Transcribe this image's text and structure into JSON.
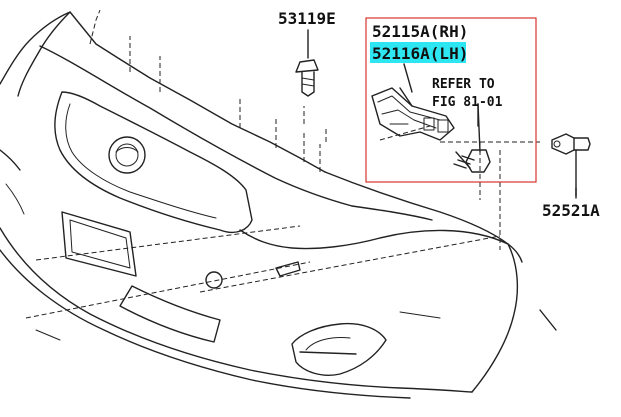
{
  "callouts": {
    "screw": "53119E",
    "bracket_rh": "52115A(RH)",
    "bracket_lh": "52116A(LH)",
    "refer_line1": "REFER TO",
    "refer_line2": "FIG 81-01",
    "clip": "52521A"
  },
  "colors": {
    "highlight": "#2ee6f2",
    "callout_box": "#d9342b",
    "line": "#222222"
  }
}
